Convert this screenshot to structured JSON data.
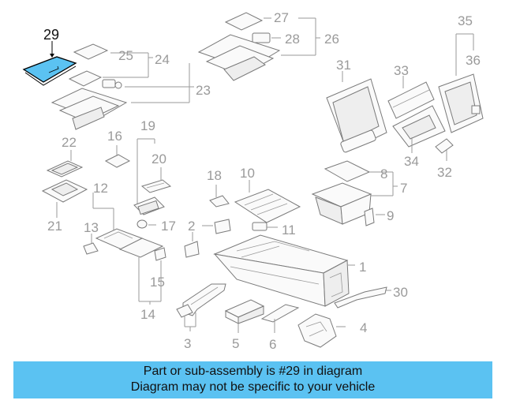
{
  "diagram": {
    "highlight_color": "#5bc2f2",
    "highlighted_part": "29",
    "callouts": [
      "29",
      "27",
      "28",
      "26",
      "25",
      "24",
      "23",
      "35",
      "36",
      "31",
      "33",
      "16",
      "19",
      "22",
      "20",
      "18",
      "10",
      "8",
      "7",
      "12",
      "9",
      "13",
      "17",
      "2",
      "11",
      "21",
      "1",
      "15",
      "14",
      "30",
      "3",
      "5",
      "6",
      "4",
      "34",
      "32"
    ]
  },
  "banner": {
    "line1": "Part or sub-assembly is #29 in diagram",
    "line2": "Diagram may not be specific to your vehicle",
    "color": "#5bc2f2"
  }
}
